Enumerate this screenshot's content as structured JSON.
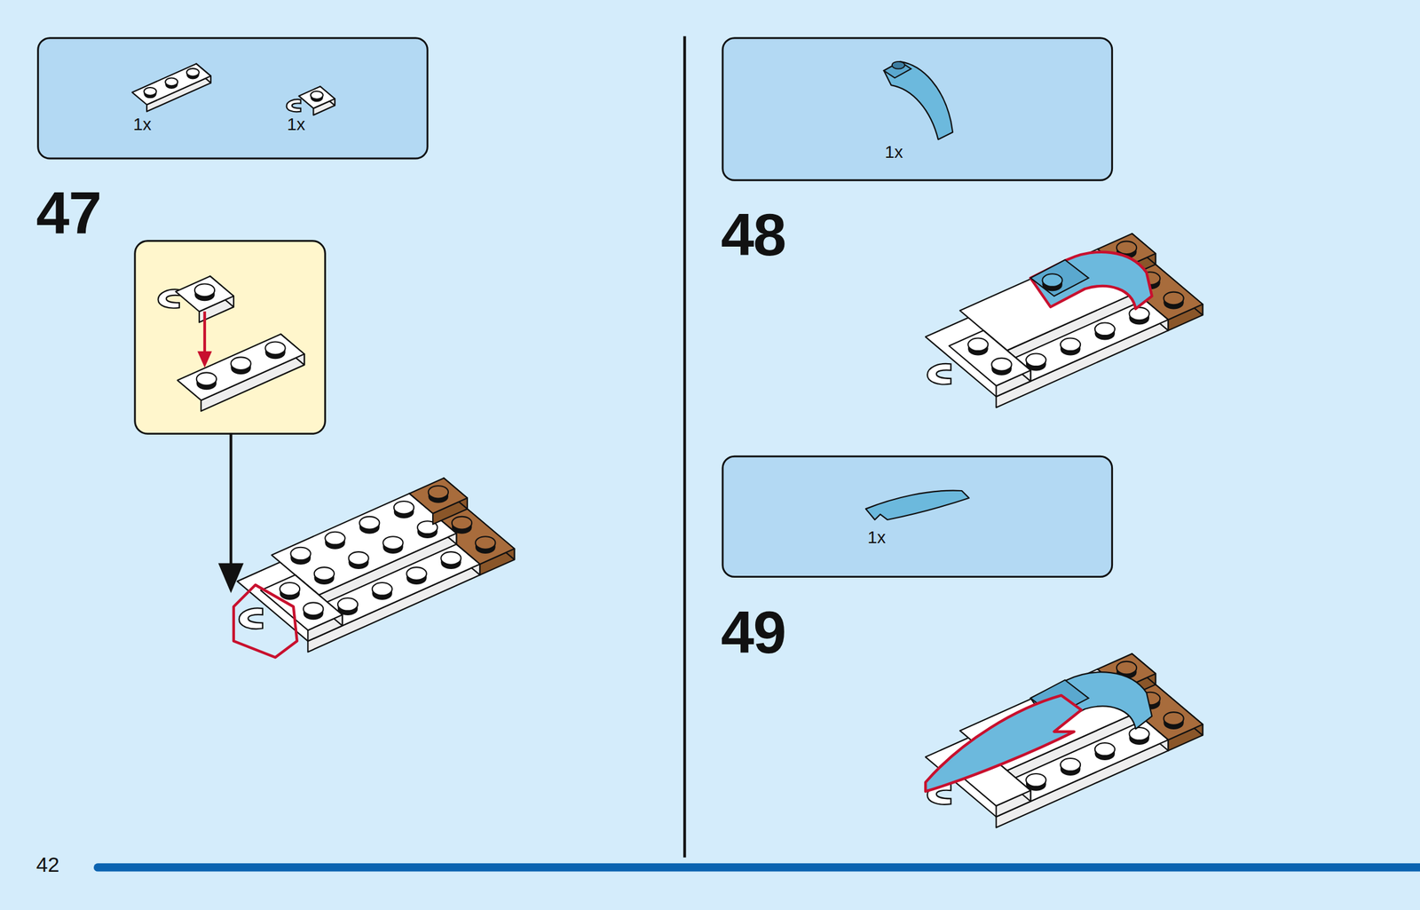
{
  "diagram": {
    "nodes": [
      {
        "text": [
          "1x",
          "1x"
        ]
      },
      {
        "text": [
          "1x"
        ]
      },
      {
        "text": [
          "1x"
        ]
      }
    ],
    "labels": [
      "47",
      "48",
      "49",
      "42"
    ]
  }
}
